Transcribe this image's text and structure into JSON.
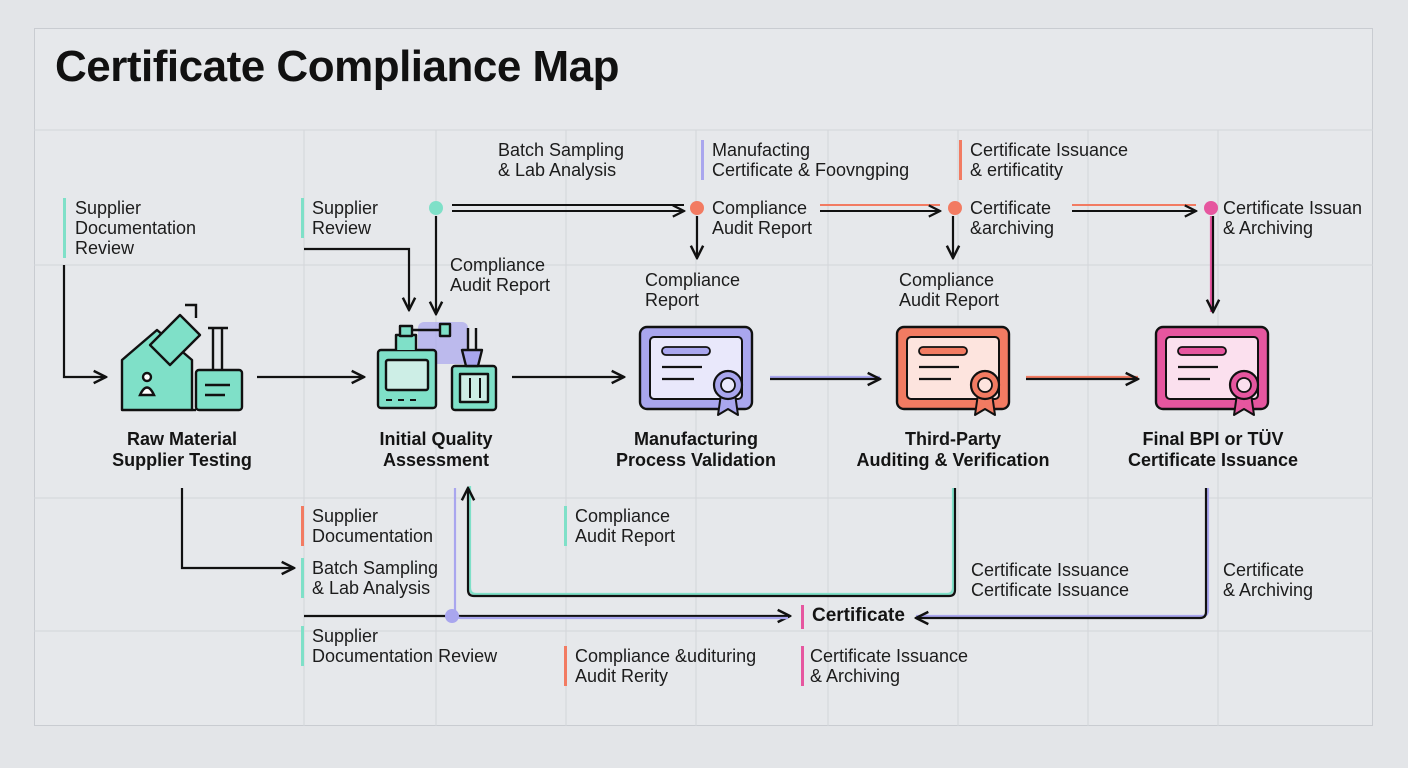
{
  "title": "Certificate Compliance Map",
  "colors": {
    "teal": "#7fe0c8",
    "purple": "#a9a6ee",
    "orange": "#f27b62",
    "pink": "#e6569f",
    "ink": "#111111",
    "panel": "#e6e8eb"
  },
  "stages": [
    {
      "name": "Raw Material\nSupplier Testing",
      "icon": "factory-icon"
    },
    {
      "name": "Initial Quality\nAssessment",
      "icon": "lab-machine-icon"
    },
    {
      "name": "Manufacturing\nProcess Validation",
      "icon": "certificate-icon"
    },
    {
      "name": "Third-Party\nAuditing & Verification",
      "icon": "certificate-icon"
    },
    {
      "name": "Final BPI or TÜV\nCertificate Issuance",
      "icon": "certificate-icon"
    }
  ],
  "labels": {
    "supplier_doc_review_left": "Supplier\nDocumentation\nReview",
    "supplier_review": "Supplier\nReview",
    "batch_sampling_top": "Batch Sampling\n& Lab Analysis",
    "compliance_audit_report_mid": "Compliance\nAudit Report",
    "manufacting_cert": "Manufacting\nCertificate & Foovngping",
    "compliance_audit_report_top": "Compliance\nAudit Report",
    "compliance_report": "Compliance\nReport",
    "cert_issuance_ertificatity": "Certificate Issuance\n& ertificatity",
    "certificate_archiving_mid": "Certificate\n&archiving",
    "compliance_audit_report_3": "Compliance\nAudit Report",
    "cert_issuan_archiving": "Certificate Issuan\n& Archiving",
    "supplier_documentation_low": "Supplier\nDocumentation",
    "batch_sampling_low": "Batch Sampling\n& Lab Analysis",
    "supplier_doc_review_bottom": "Supplier\nDocumentation Review",
    "compliance_audit_report_low": "Compliance\nAudit Report",
    "cert_issuance_double": "Certificate Issuance\nCertificate Issuance",
    "certificate_archiving_right": "Certificate\n& Archiving",
    "certificate_node": "Certificate",
    "compliance_auditing": "Compliance &udituring\nAudit Rerity",
    "cert_issuance_archiving_bottom": "Certificate Issuance\n& Archiving"
  }
}
